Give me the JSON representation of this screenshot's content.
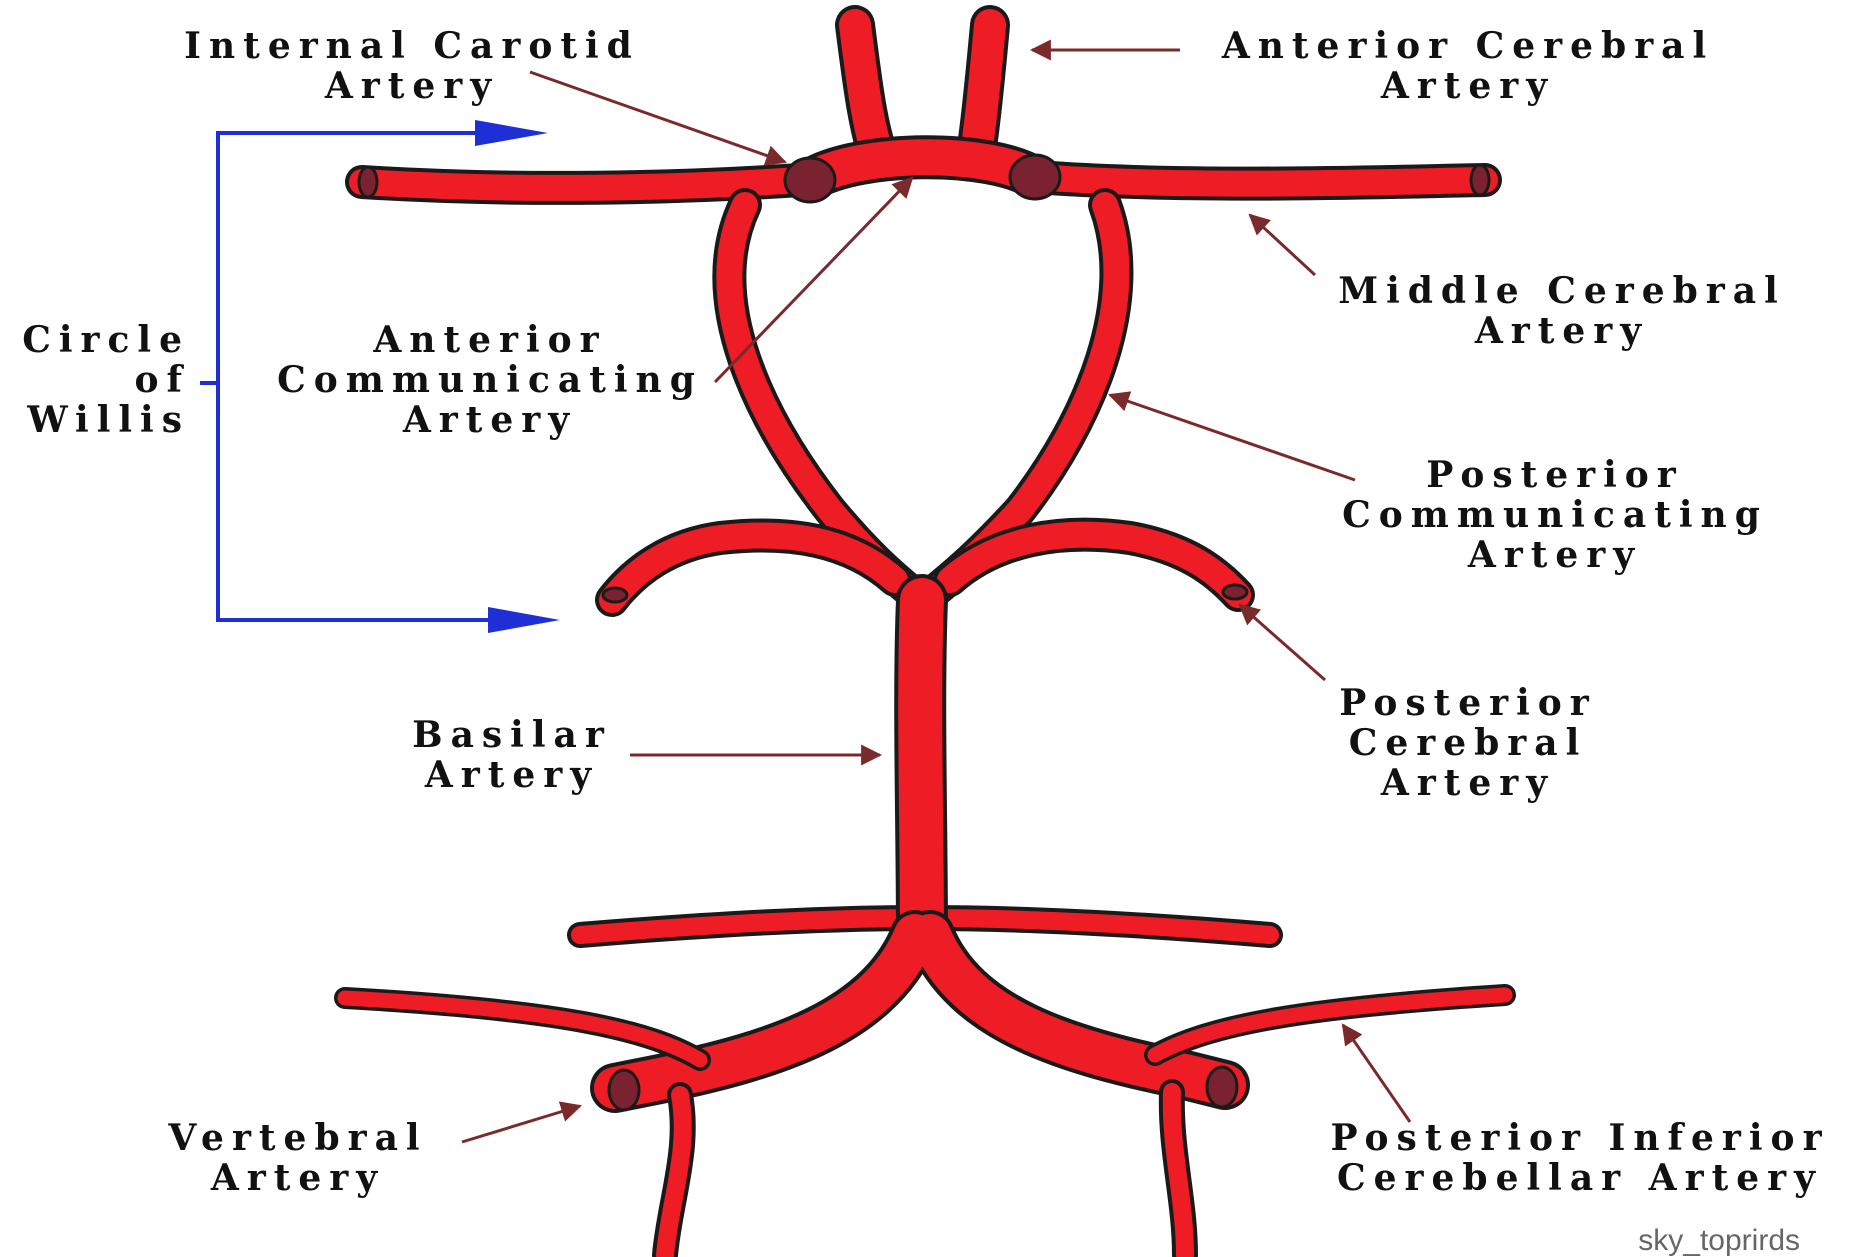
{
  "labels": {
    "internal_carotid": [
      "Internal Carotid",
      "Artery"
    ],
    "anterior_cerebral": [
      "Anterior Cerebral",
      "Artery"
    ],
    "circle_of_willis": [
      "Circle",
      "of",
      "Willis"
    ],
    "anterior_communicating": [
      "Anterior",
      "Communicating",
      "Artery"
    ],
    "middle_cerebral": [
      "Middle Cerebral",
      "Artery"
    ],
    "posterior_communicating": [
      "Posterior",
      "Communicating",
      "Artery"
    ],
    "posterior_cerebral": [
      "Posterior",
      "Cerebral",
      "Artery"
    ],
    "basilar": [
      "Basilar",
      "Artery"
    ],
    "vertebral": [
      "Vertebral",
      "Artery"
    ],
    "pica": [
      "Posterior Inferior",
      "Cerebellar Artery"
    ]
  },
  "watermark": "sky_toprirds",
  "colors": {
    "artery": "#ee1c25",
    "artery_outline": "#1a1a1a",
    "carotid_node": "#7a2230",
    "bracket": "#1f2fd6",
    "pointer": "#7a2a2a",
    "text": "#111111"
  }
}
